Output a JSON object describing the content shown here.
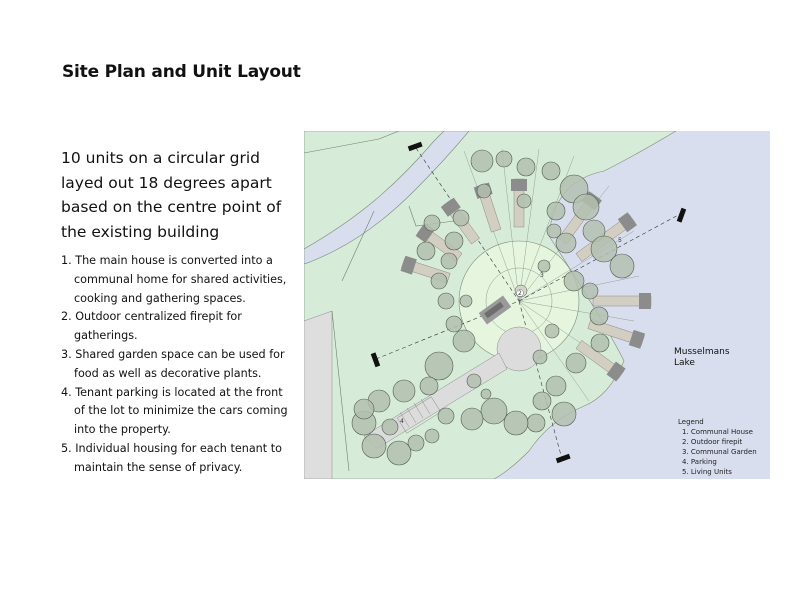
{
  "title": "Site Plan and Unit Layout",
  "intro": "10 units on a circular grid layed out 18 degrees apart based on the centre point of the existing building",
  "points": [
    "1. The main house is converted into a communal home for shared activities, cooking and gathering spaces.",
    "2. Outdoor centralized firepit for gatherings.",
    "3. Shared garden space can be used for food as well as decorative plants.",
    "4. Tenant parking is located at the front of the lot to minimize the cars coming into the property.",
    "5. Individual housing for each tenant to maintain the sense of privacy."
  ],
  "site_plan": {
    "lake_label": [
      "Musselmans",
      "Lake"
    ],
    "legend_title": "Legend",
    "legend_items": [
      "1. Communal House",
      "2. Outdoor firepit",
      "3. Communal Garden",
      "4. Parking",
      "5. Living Units"
    ],
    "markers": [
      "1",
      "2",
      "3",
      "4",
      "5"
    ],
    "colors": {
      "lake": "#d9deef",
      "land": "#d7ecd8",
      "garden": "#e6f5dd",
      "tree_fill": "#b3bfb0",
      "tree_stroke": "#4e5a4c",
      "unit": "#8c8c8c",
      "deck": "#d2cfc2",
      "paving": "#dcdcdc"
    }
  }
}
